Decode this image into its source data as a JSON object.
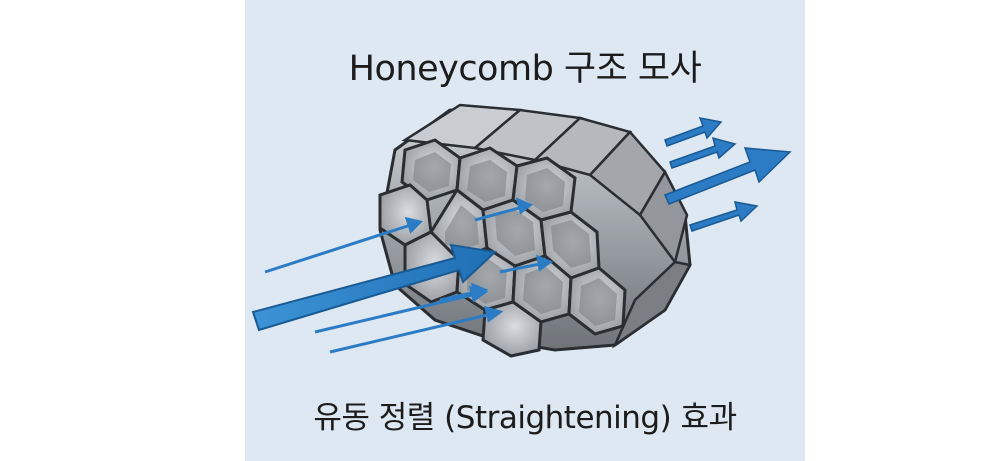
{
  "diagram": {
    "title": "Honeycomb 구조 모사",
    "caption": "유동 정렬 (Straightening) 효과",
    "colors": {
      "background": "#dde8f2",
      "tube_face": "#a9adb1",
      "tube_side": "#7d8186",
      "tube_top": "#c9cdd1",
      "outline": "#2a2d31",
      "arrow_blue": "#2b7cc4",
      "arrow_light": "#5aa6df"
    },
    "icons": [
      "honeycomb-structure",
      "flow-arrow"
    ]
  }
}
